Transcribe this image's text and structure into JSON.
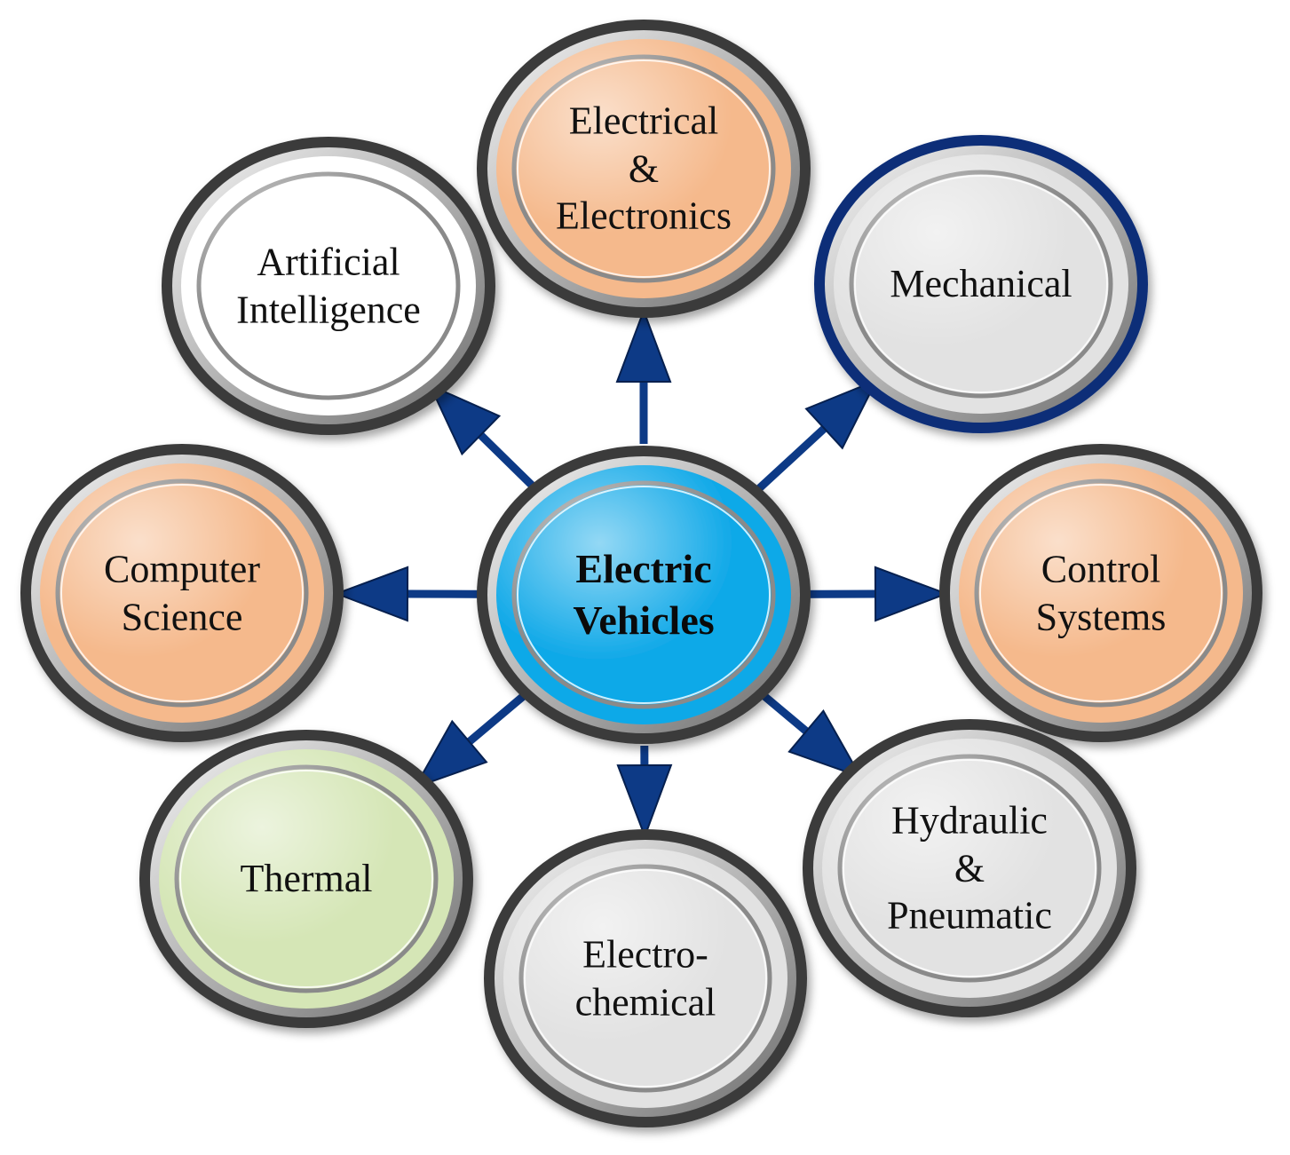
{
  "center": {
    "lines": [
      "Electric",
      "Vehicles"
    ],
    "fill": "#11a9e8"
  },
  "nodes": [
    {
      "id": "electrical-electronics",
      "lines": [
        "Electrical",
        "&",
        "Electronics"
      ],
      "fill": "#f5b98c",
      "ring": "#3a3a3a"
    },
    {
      "id": "mechanical",
      "lines": [
        "Mechanical"
      ],
      "fill": "#e2e2e2",
      "ring": "#0d2f78"
    },
    {
      "id": "control-systems",
      "lines": [
        "Control",
        "Systems"
      ],
      "fill": "#f5b98c",
      "ring": "#3a3a3a"
    },
    {
      "id": "hydraulic-pneumatic",
      "lines": [
        "Hydraulic",
        "&",
        "Pneumatic"
      ],
      "fill": "#e2e2e2",
      "ring": "#3a3a3a"
    },
    {
      "id": "electro-chemical",
      "lines": [
        "Electro-",
        "chemical"
      ],
      "fill": "#e2e2e2",
      "ring": "#3a3a3a"
    },
    {
      "id": "thermal",
      "lines": [
        "Thermal"
      ],
      "fill": "#d5e6b6",
      "ring": "#3a3a3a"
    },
    {
      "id": "computer-science",
      "lines": [
        "Computer",
        "Science"
      ],
      "fill": "#f5b98c",
      "ring": "#3a3a3a"
    },
    {
      "id": "artificial-intelligence",
      "lines": [
        "Artificial",
        "Intelligence"
      ],
      "fill": "#ffffff",
      "ring": "#3a3a3a"
    }
  ],
  "arrow_color": "#0d3a86"
}
